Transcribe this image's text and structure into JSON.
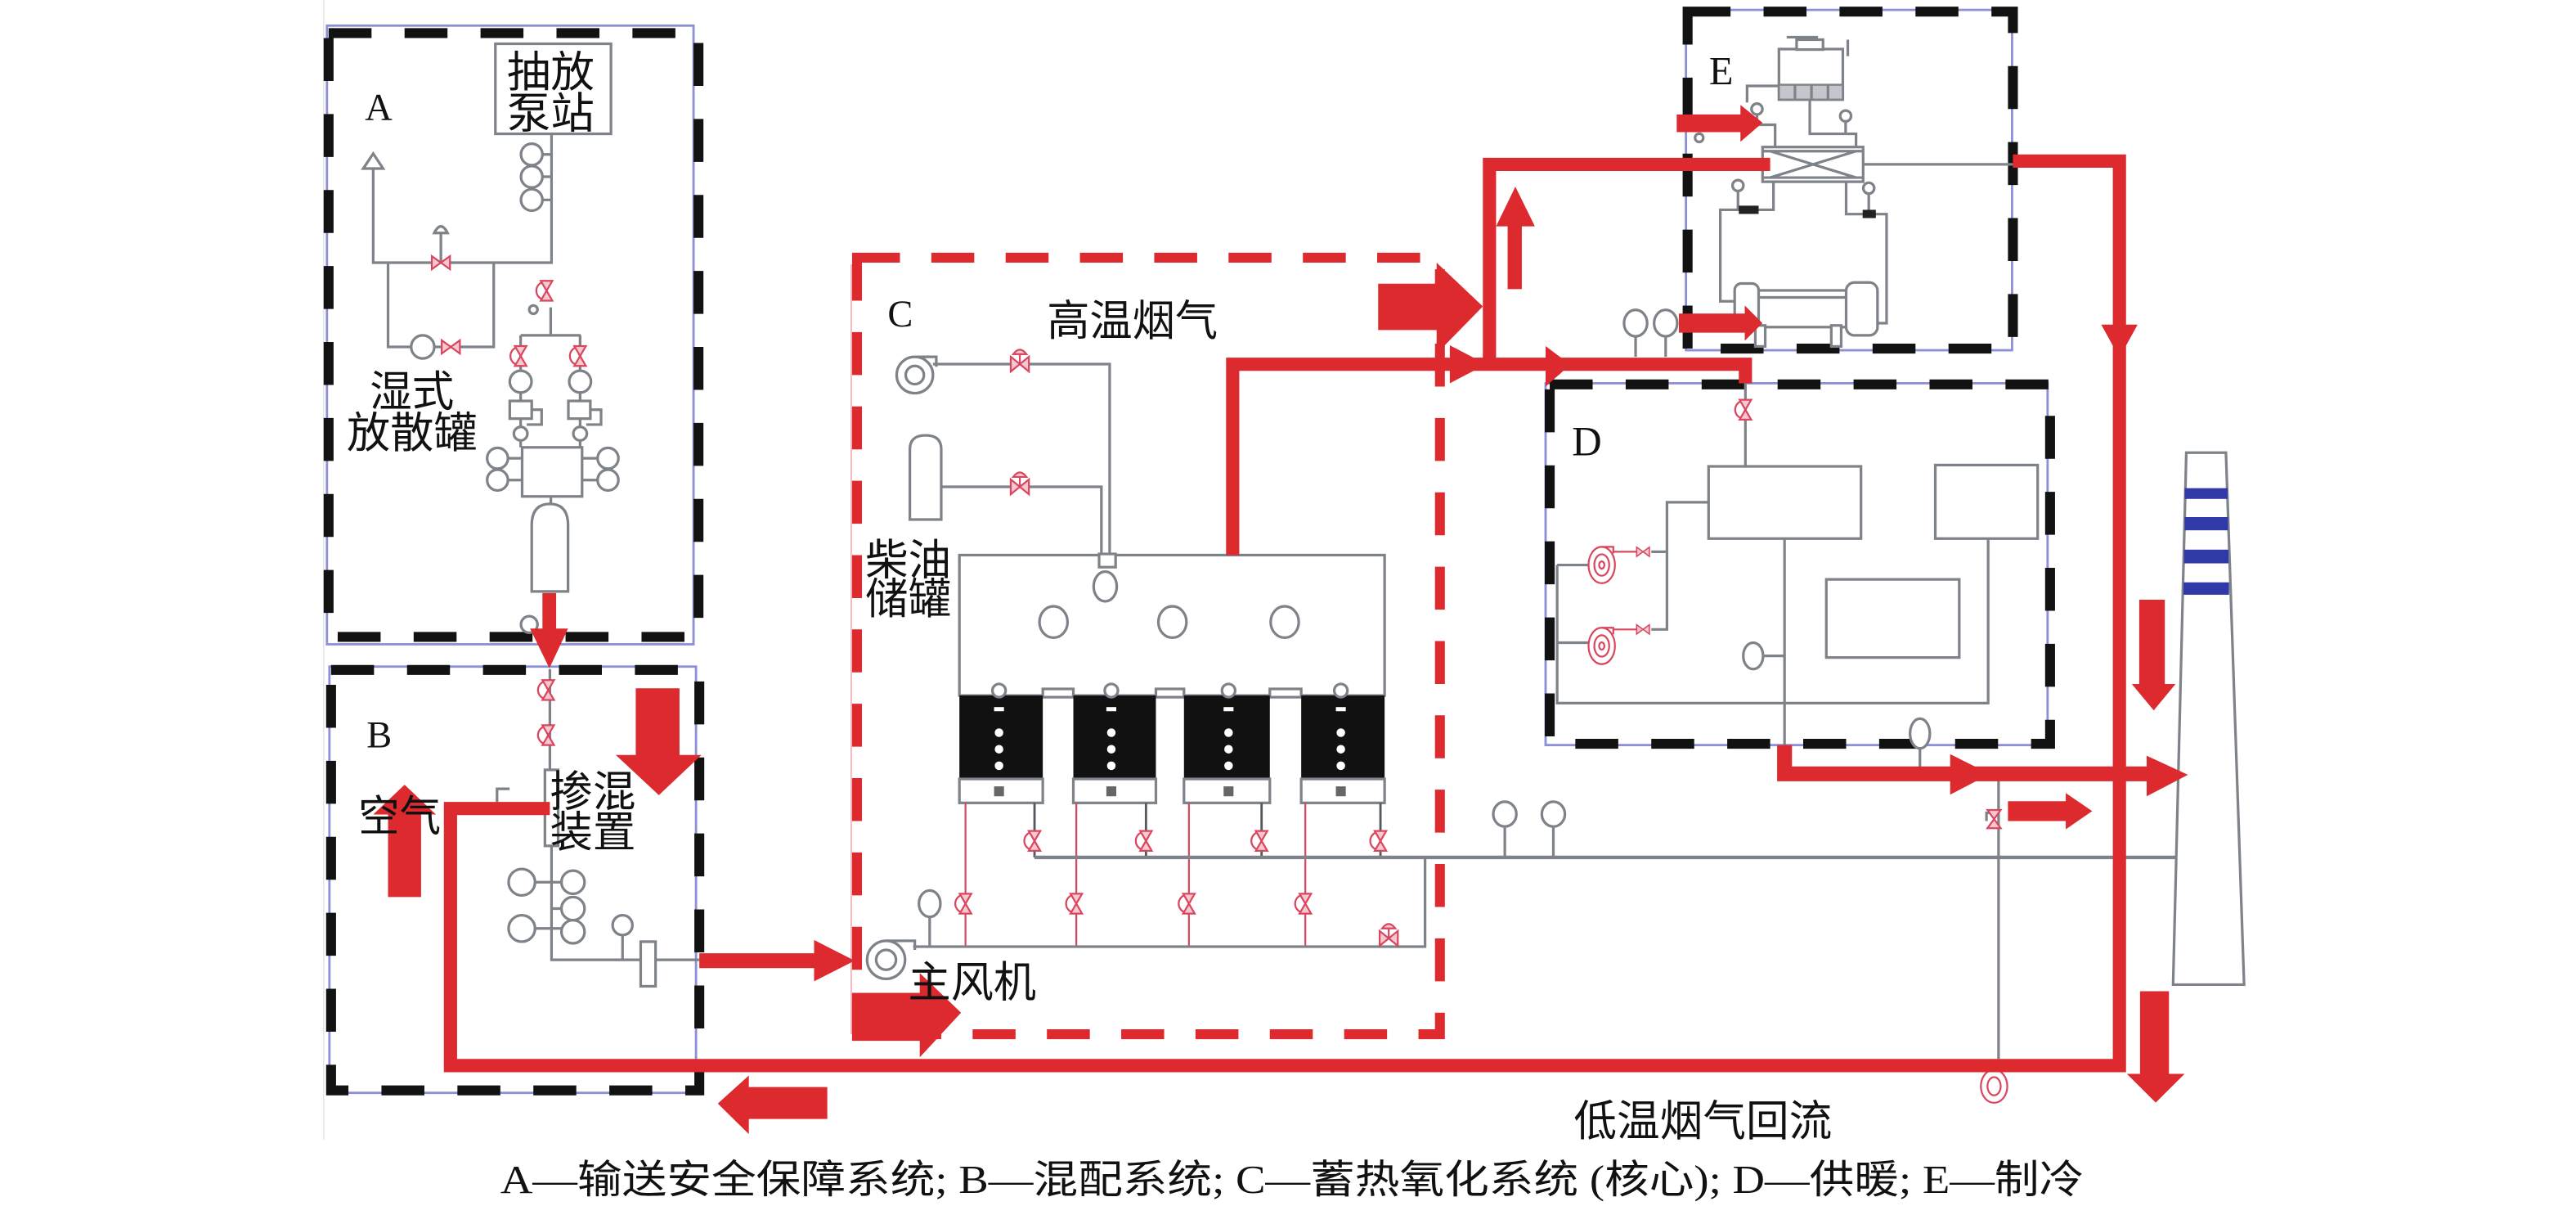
{
  "figure": {
    "caption": "A—输送安全保障系统; B—混配系统; C—蓄热氧化系统 (核心); D—供暖; E—制冷"
  },
  "systems": {
    "A": {
      "letter": "A",
      "name": "输送安全保障系统"
    },
    "B": {
      "letter": "B",
      "name": "混配系统"
    },
    "C": {
      "letter": "C",
      "name": "蓄热氧化系统 (核心)"
    },
    "D": {
      "letter": "D",
      "name": "供暖"
    },
    "E": {
      "letter": "E",
      "name": "制冷"
    }
  },
  "labels": {
    "pump_station": [
      "抽放",
      "泵站"
    ],
    "wet_vent_tank": [
      "湿式",
      "放散罐"
    ],
    "air": "空气",
    "mixing_device": [
      "掺混",
      "装置"
    ],
    "high_temp_flue_gas": "高温烟气",
    "diesel_tank": [
      "柴油",
      "储罐"
    ],
    "main_fan": "主风机",
    "low_temp_flue_gas_return": "低温烟气回流"
  },
  "colors": {
    "flow_red": "#dc2a2f",
    "valve_red": "#d9475f",
    "pipe_gray": "#7e8289",
    "boundary_black": "#121212",
    "boundary_blue": "#8c90d6",
    "chimney_blue": "#2f3aa8",
    "text": "#111111"
  }
}
